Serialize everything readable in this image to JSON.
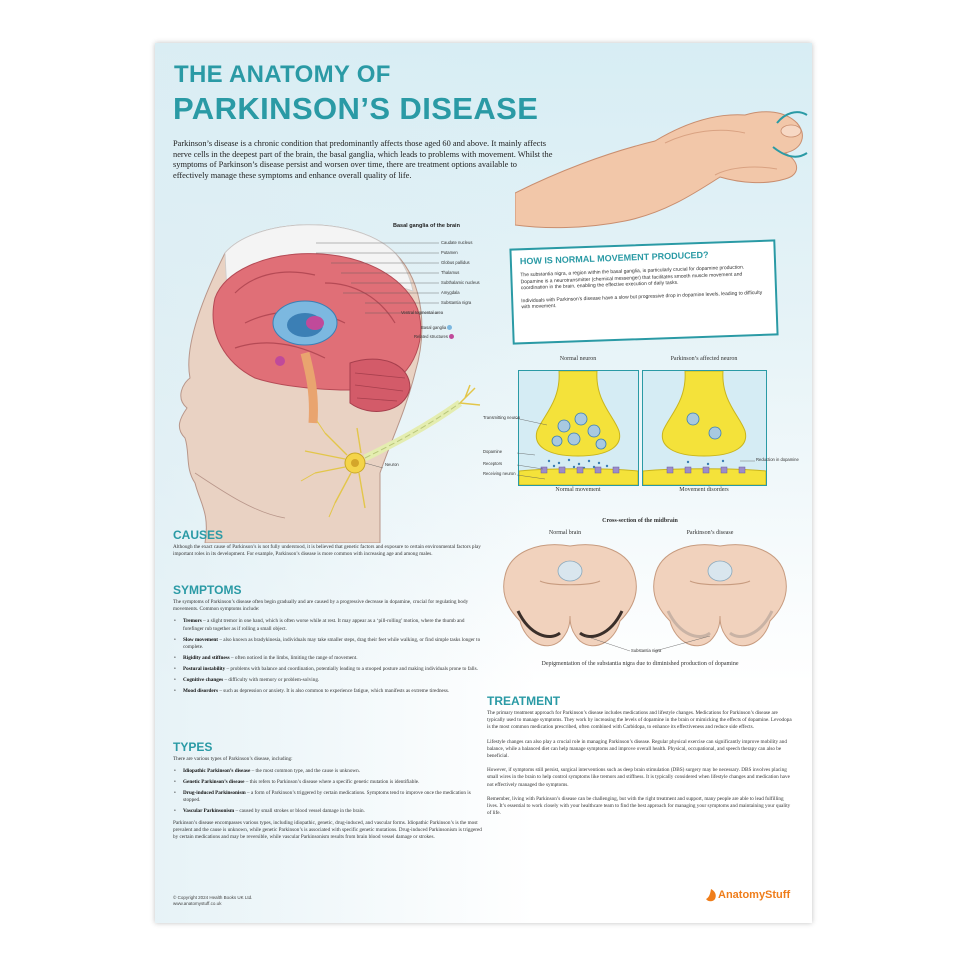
{
  "title": {
    "line1": "THE ANATOMY OF",
    "line2": "PARKINSON’S DISEASE"
  },
  "intro": "Parkinson’s disease is a chronic condition that predominantly affects those aged 60 and above. It mainly affects nerve cells in the deepest part of the brain, the basal ganglia, which leads to problems with movement. Whilst the symptoms of Parkinson’s disease persist and worsen over time, there are treatment options available to effectively manage these symptoms and enhance overall quality of life.",
  "brain": {
    "title": "Basal ganglia of the brain",
    "labels": [
      "Caudate nucleus",
      "Putamen",
      "Globus pallidus",
      "Thalamus",
      "Subthalamic nucleus",
      "Amygdala",
      "Substantia nigra",
      "Ventral tegmental area"
    ],
    "legend_basal": "Basal ganglia",
    "legend_related": "Related structures",
    "neuron_label": "Neuron"
  },
  "movement_box": {
    "heading": "HOW IS NORMAL MOVEMENT PRODUCED?",
    "p1": "The substantia nigra, a region within the basal ganglia, is particularly crucial for dopamine production. Dopamine is a neurotransmitter (chemical messenger) that facilitates smooth muscle movement and coordination in the brain, enabling the effective execution of daily tasks.",
    "p2": "Individuals with Parkinson’s disease have a slow but progressive drop in dopamine levels, leading to difficulty with movement."
  },
  "neurons": {
    "normal_title": "Normal neuron",
    "affected_title": "Parkinson’s affected neuron",
    "labels": {
      "transmitting": "Transmitting neuron",
      "dopamine": "Dopamine",
      "receptors": "Receptors",
      "receiving": "Receiving neuron",
      "reduction": "Reduction in dopamine"
    },
    "normal_caption": "Normal movement",
    "affected_caption": "Movement disorders"
  },
  "midbrain": {
    "title": "Cross-section of the midbrain",
    "normal": "Normal brain",
    "parkinsons": "Parkinson’s disease",
    "sn_label": "Substantia nigra",
    "caption": "Depigmentation of the substantia nigra due to diminished production of dopamine"
  },
  "causes": {
    "heading": "CAUSES",
    "text": "Although the exact cause of Parkinson’s is not fully understood, it is believed that genetic factors and exposure to certain environmental factors play important roles in its development. For example, Parkinson’s disease is more common with increasing age and among males."
  },
  "symptoms": {
    "heading": "SYMPTOMS",
    "intro": "The symptoms of Parkinson’s disease often begin gradually and are caused by a progressive decrease in dopamine, crucial for regulating body movements. Common symptoms include:",
    "items": [
      {
        "term": "Tremors",
        "text": " – a slight tremor in one hand, which is often worse while at rest. It may appear as a ‘pill-rolling’ motion, where the thumb and forefinger rub together as if rolling a small object."
      },
      {
        "term": "Slow movement",
        "text": " – also known as bradykinesia, individuals may take smaller steps, drag their feet while walking, or find simple tasks longer to complete."
      },
      {
        "term": "Rigidity and stiffness",
        "text": " – often noticed in the limbs, limiting the range of movement."
      },
      {
        "term": "Postural instability",
        "text": " – problems with balance and coordination, potentially leading to a stooped posture and making individuals prone to falls."
      },
      {
        "term": "Cognitive changes",
        "text": " – difficulty with memory or problem-solving."
      },
      {
        "term": "Mood disorders",
        "text": " – such as depression or anxiety. It is also common to experience fatigue, which manifests as extreme tiredness."
      }
    ]
  },
  "types": {
    "heading": "TYPES",
    "intro": "There are various types of Parkinson’s disease, including:",
    "items": [
      {
        "term": "Idiopathic Parkinson’s disease",
        "text": " – the most common type, and the cause is unknown."
      },
      {
        "term": "Genetic Parkinson’s disease",
        "text": " – this refers to Parkinson’s disease where a specific genetic mutation is identifiable."
      },
      {
        "term": "Drug-induced Parkinsonism",
        "text": " – a form of Parkinson’s triggered by certain medications. Symptoms tend to improve once the medication is stopped."
      },
      {
        "term": "Vascular Parkinsonism",
        "text": " – caused by small strokes or blood vessel damage in the brain."
      }
    ],
    "outro": "Parkinson’s disease encompasses various types, including idiopathic, genetic, drug-induced, and vascular forms. Idiopathic Parkinson’s is the most prevalent and the cause is unknown, while genetic Parkinson’s is associated with specific genetic mutations. Drug-induced Parkinsonism is triggered by certain medications and may be reversible, while vascular Parkinsonism results from brain blood vessel damage or strokes."
  },
  "treatment": {
    "heading": "TREATMENT",
    "p1": "The primary treatment approach for Parkinson’s disease includes medications and lifestyle changes. Medications for Parkinson’s disease are typically used to manage symptoms. They work by increasing the levels of dopamine in the brain or mimicking the effects of dopamine. Levodopa is the most common medication prescribed, often combined with Carbidopa, to enhance its effectiveness and reduce side effects.",
    "p2": "Lifestyle changes can also play a crucial role in managing Parkinson’s disease. Regular physical exercise can significantly improve mobility and balance, while a balanced diet can help manage symptoms and improve overall health. Physical, occupational, and speech therapy can also be beneficial.",
    "p3": "However, if symptoms still persist, surgical interventions such as deep brain stimulation (DBS) surgery may be necessary. DBS involves placing small wires in the brain to help control symptoms like tremors and stiffness. It is typically considered when lifestyle changes and medication have not effectively managed the symptoms.",
    "p4": "Remember, living with Parkinson’s disease can be challenging, but with the right treatment and support, many people are able to lead fulfilling lives. It’s essential to work closely with your healthcare team to find the best approach for managing your symptoms and maintaining your quality of life."
  },
  "footer": {
    "copyright": "© Copyright 2024 Health Books UK Ltd.",
    "website": "www.anatomystuff.co.uk",
    "logo_text": "AnatomyStuff"
  },
  "colors": {
    "accent": "#2a9aa5",
    "brand_orange": "#ef7d1a",
    "basal_ganglia": "#7cb8e0",
    "related": "#c04a9a"
  }
}
